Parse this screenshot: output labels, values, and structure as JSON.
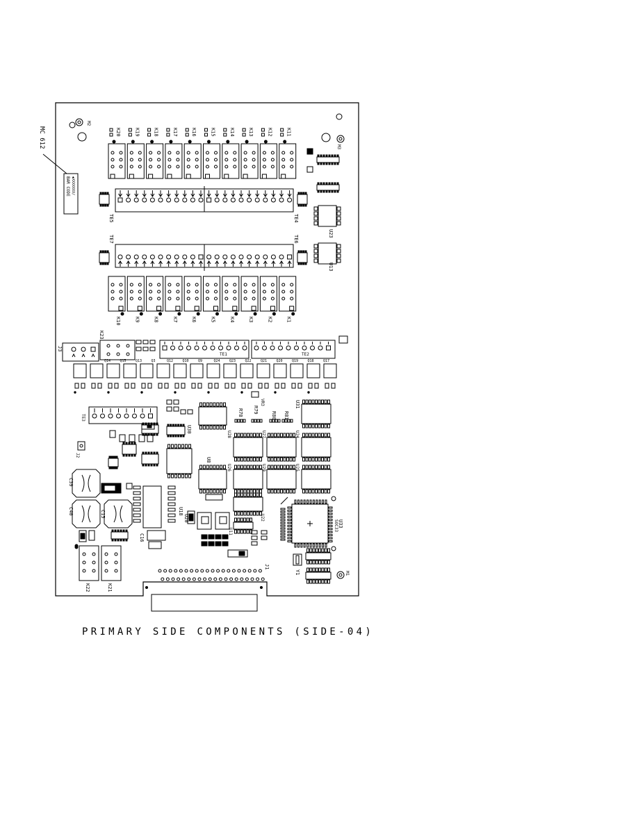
{
  "caption": "PRIMARY SIDE COMPONENTS (SIDE-04)",
  "callout": "MC 612",
  "barcode": {
    "title": "BAR CODE",
    "value": "◆XXXXXXX/"
  },
  "mounting_holes": [
    "M2",
    "M3",
    "M1"
  ],
  "connectors": {
    "j1": "J1",
    "j2": "J2",
    "j3": "J3"
  },
  "top_relays": [
    "K20",
    "K19",
    "K18",
    "K17",
    "K16",
    "K15",
    "K14",
    "K13",
    "K12",
    "K11"
  ],
  "bottom_relays": [
    "K10",
    "K9",
    "K8",
    "K7",
    "K6",
    "K5",
    "K4",
    "K3",
    "K2",
    "K1"
  ],
  "terminal_labels": {
    "te5": "TE5",
    "te4": "TE4",
    "te7": "TE7",
    "te6": "TE6",
    "te3": "TE3",
    "te1": "TE1",
    "te2": "TE2"
  },
  "relay_k23": "K23",
  "relays_left": [
    "K22",
    "K21"
  ],
  "q_row": [
    "Q14",
    "Q15",
    "Q13",
    "Q3",
    "Q12",
    "Q10",
    "Q9",
    "Q24",
    "Q23",
    "Q22",
    "Q21",
    "Q20",
    "Q19",
    "Q18",
    "Q17"
  ],
  "capacitors": [
    "C39",
    "C40",
    "C15",
    "C16"
  ],
  "ics": [
    "U30",
    "U8",
    "U18",
    "U20",
    "U31",
    "U28",
    "U27",
    "U26",
    "U29",
    "U25",
    "U24",
    "U33",
    "U11",
    "U23",
    "U13"
  ],
  "resistors": [
    "R78",
    "R79",
    "R80",
    "R81"
  ],
  "misc_parts": [
    "VR3",
    "Y1",
    "SOC33",
    "U22"
  ]
}
